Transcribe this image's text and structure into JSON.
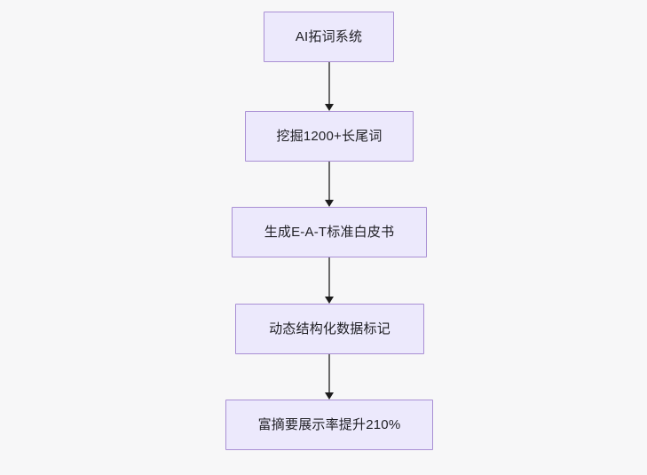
{
  "diagram": {
    "type": "flowchart",
    "direction": "top-to-bottom",
    "background_color": "#f7f7f8",
    "node_fill_color": "#ece9fc",
    "node_border_color": "#a98fd4",
    "node_text_color": "#1f1f24",
    "edge_line_color": "#6b6b6b",
    "edge_arrow_color": "#1c1c1c",
    "nodes": [
      {
        "id": "n1",
        "label": "AI拓词系统"
      },
      {
        "id": "n2",
        "label": "挖掘1200+长尾词"
      },
      {
        "id": "n3",
        "label": "生成E-A-T标准白皮书"
      },
      {
        "id": "n4",
        "label": "动态结构化数据标记"
      },
      {
        "id": "n5",
        "label": "富摘要展示率提升210%"
      }
    ],
    "edges": [
      {
        "from": "n1",
        "to": "n2",
        "label": ""
      },
      {
        "from": "n2",
        "to": "n3",
        "label": ""
      },
      {
        "from": "n3",
        "to": "n4",
        "label": ""
      },
      {
        "from": "n4",
        "to": "n5",
        "label": ""
      }
    ]
  }
}
